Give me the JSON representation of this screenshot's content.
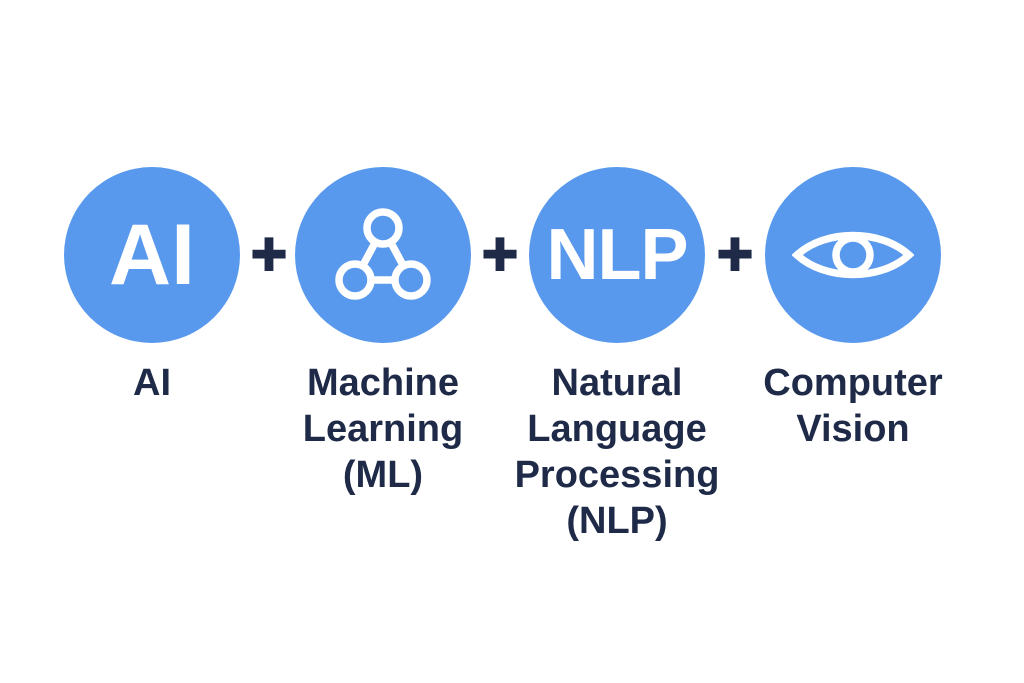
{
  "colors": {
    "circle_blue": "#5899ee",
    "text_navy": "#1e2a47",
    "icon_white": "#ffffff",
    "background": "#ffffff"
  },
  "separator_symbol": "+",
  "items": [
    {
      "circle_content": "AI",
      "icon": null,
      "label": "AI",
      "label_lines": [
        "AI"
      ]
    },
    {
      "circle_content": null,
      "icon": "network-nodes-icon",
      "label": "Machine Learning (ML)",
      "label_lines": [
        "Machine",
        "Learning",
        "(ML)"
      ]
    },
    {
      "circle_content": "NLP",
      "icon": null,
      "label": "Natural Language Processing (NLP)",
      "label_lines": [
        "Natural",
        "Language",
        "Processing",
        "(NLP)"
      ]
    },
    {
      "circle_content": null,
      "icon": "eye-icon",
      "label": "Computer Vision",
      "label_lines": [
        "Computer",
        "Vision"
      ]
    }
  ]
}
